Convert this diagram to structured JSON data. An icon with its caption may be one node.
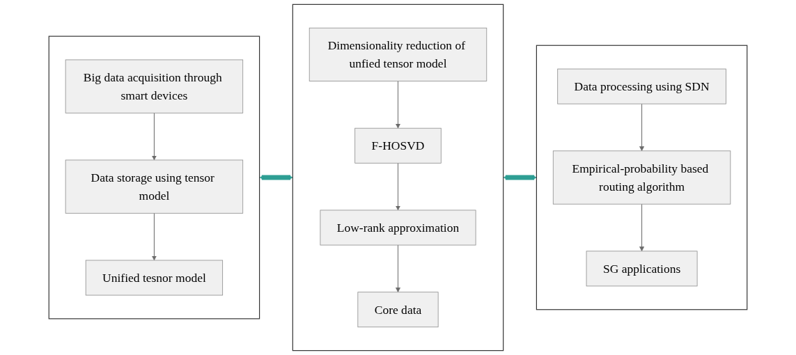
{
  "diagram": {
    "nodes": [
      {
        "text": [],
        "shape": "box"
      },
      {
        "text": [
          "Big data acquisition through smart devices"
        ],
        "in": 0
      },
      {
        "text": [
          "Data storage using tensor model"
        ],
        "in": 0
      },
      {
        "text": [
          "Unified tesnor model"
        ],
        "in": 0
      },
      {
        "text": [],
        "shape": "box"
      },
      {
        "text": [
          "Dimensionality reduction of unfied tensor model"
        ],
        "in": 4
      },
      {
        "text": [
          "F-HOSVD"
        ],
        "in": 4
      },
      {
        "text": [
          "Low-rank approximation"
        ],
        "in": 4
      },
      {
        "text": [
          "Core data"
        ],
        "in": 4
      },
      {
        "text": [],
        "shape": "box"
      },
      {
        "text": [
          "Data processing using SDN"
        ],
        "in": 9
      },
      {
        "text": [
          "Empirical-probability based routing algorithm"
        ],
        "in": 9
      },
      {
        "text": [
          "SG applications"
        ],
        "in": 9
      }
    ],
    "edges": [
      {
        "from": 1,
        "to": 2,
        "arrow": "to"
      },
      {
        "from": 2,
        "to": 3,
        "arrow": "to"
      },
      {
        "from": 0,
        "to": 4,
        "arrow": "both",
        "style": "thick",
        "color": "#2e9e94"
      },
      {
        "from": 5,
        "to": 6,
        "arrow": "to"
      },
      {
        "from": 6,
        "to": 7,
        "arrow": "to"
      },
      {
        "from": 7,
        "to": 8,
        "arrow": "to"
      },
      {
        "from": 4,
        "to": 9,
        "arrow": "both",
        "style": "thick",
        "color": "#2e9e94"
      },
      {
        "from": 10,
        "to": 11,
        "arrow": "to"
      },
      {
        "from": 11,
        "to": 12,
        "arrow": "to"
      }
    ]
  }
}
